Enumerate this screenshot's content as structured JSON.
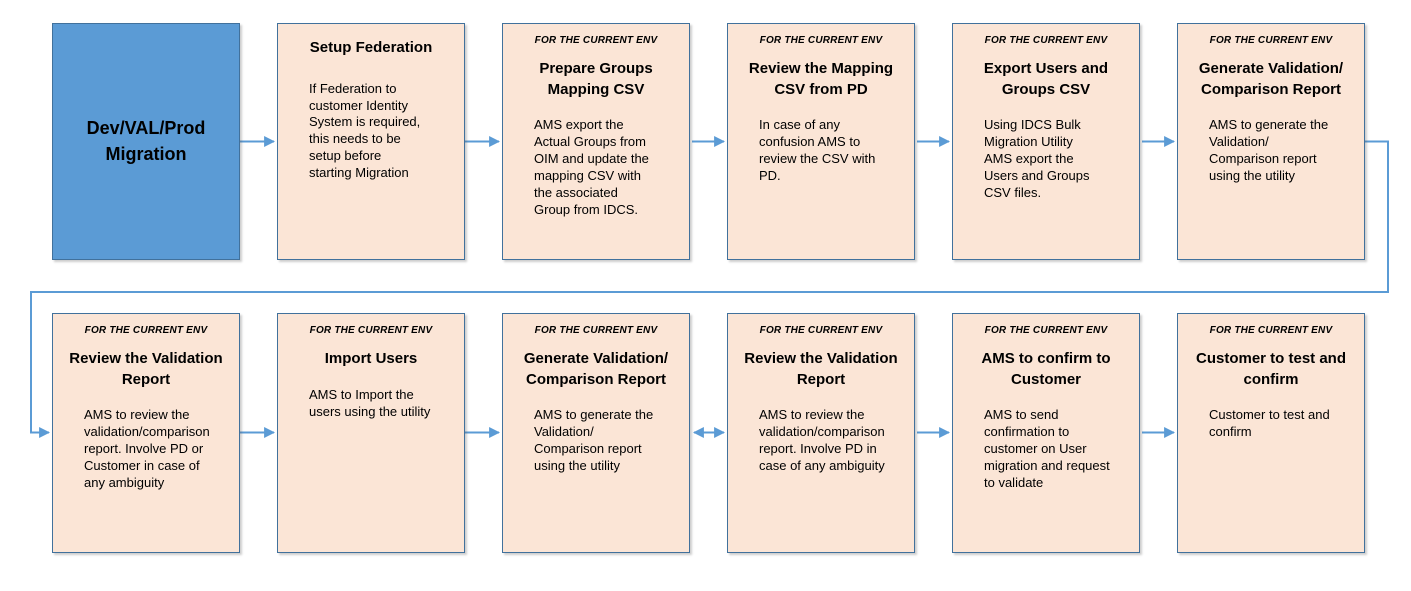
{
  "diagram": {
    "type": "flowchart",
    "colors": {
      "start_box_fill": "#5B9BD5",
      "process_box_fill": "#FBE5D6",
      "box_border": "#41719C",
      "arrow": "#5B9BD5",
      "text": "#000000"
    },
    "start_box": {
      "label": "Dev/VAL/Prod\nMigration"
    },
    "boxes": [
      {
        "title": "Setup Federation",
        "body": "If Federation to\ncustomer Identity\nSystem is required,\nthis needs to be\nsetup before\nstarting Migration"
      },
      {
        "eyebrow": "FOR THE CURRENT ENV",
        "title": "Prepare Groups\nMapping CSV",
        "body": "AMS export the\nActual Groups from\nOIM and update the\nmapping CSV with\nthe associated\nGroup from IDCS."
      },
      {
        "eyebrow": "FOR THE CURRENT ENV",
        "title": "Review the Mapping\nCSV from PD",
        "body": "In case of any\nconfusion AMS to\nreview the CSV with\nPD."
      },
      {
        "eyebrow": "FOR THE CURRENT ENV",
        "title": "Export Users and\nGroups CSV",
        "body": "Using IDCS Bulk\nMigration Utility\nAMS export the\nUsers and Groups\nCSV files."
      },
      {
        "eyebrow": "FOR THE CURRENT ENV",
        "title": "Generate Validation/\nComparison Report",
        "body": "AMS to generate the\nValidation/\nComparison report\nusing the utility"
      },
      {
        "eyebrow": "FOR THE CURRENT ENV",
        "title": "Review the Validation\nReport",
        "body": "AMS to review the\nvalidation/comparison\nreport. Involve PD or\nCustomer in case of\nany ambiguity"
      },
      {
        "eyebrow": "FOR THE CURRENT ENV",
        "title": "Import Users",
        "body": "AMS to Import the\nusers using the utility"
      },
      {
        "eyebrow": "FOR THE CURRENT ENV",
        "title": "Generate Validation/\nComparison Report",
        "body": "AMS to generate the\nValidation/\nComparison report\nusing the utility"
      },
      {
        "eyebrow": "FOR THE CURRENT ENV",
        "title": "Review the Validation\nReport",
        "body": "AMS to review the\nvalidation/comparison\nreport. Involve PD in\ncase of any ambiguity"
      },
      {
        "eyebrow": "FOR THE CURRENT ENV",
        "title": "AMS to confirm to\nCustomer",
        "body": "AMS to send\nconfirmation to\ncustomer on User\nmigration and request\nto validate"
      },
      {
        "eyebrow": "FOR THE CURRENT ENV",
        "title": "Customer to test and\nconfirm",
        "body": "Customer to test and\nconfirm"
      }
    ],
    "connectors": [
      {
        "from": "dev-val-prod-migration",
        "to": "setup-federation",
        "type": "arrow"
      },
      {
        "from": "setup-federation",
        "to": "prepare-groups-mapping-csv",
        "type": "arrow"
      },
      {
        "from": "prepare-groups-mapping-csv",
        "to": "review-the-mapping-csv-from-pd",
        "type": "arrow"
      },
      {
        "from": "review-the-mapping-csv-from-pd",
        "to": "export-users-and-groups-csv",
        "type": "arrow"
      },
      {
        "from": "export-users-and-groups-csv",
        "to": "generate-validation-comparison-report-1",
        "type": "arrow"
      },
      {
        "from": "generate-validation-comparison-report-1",
        "to": "review-the-validation-report-1",
        "type": "elbow-arrow"
      },
      {
        "from": "review-the-validation-report-1",
        "to": "import-users",
        "type": "arrow"
      },
      {
        "from": "import-users",
        "to": "generate-validation-comparison-report-2",
        "type": "arrow"
      },
      {
        "from": "generate-validation-comparison-report-2",
        "to": "review-the-validation-report-2",
        "type": "double-arrow"
      },
      {
        "from": "review-the-validation-report-2",
        "to": "ams-to-confirm-to-customer",
        "type": "arrow"
      },
      {
        "from": "ams-to-confirm-to-customer",
        "to": "customer-to-test-and-confirm",
        "type": "arrow"
      }
    ]
  }
}
